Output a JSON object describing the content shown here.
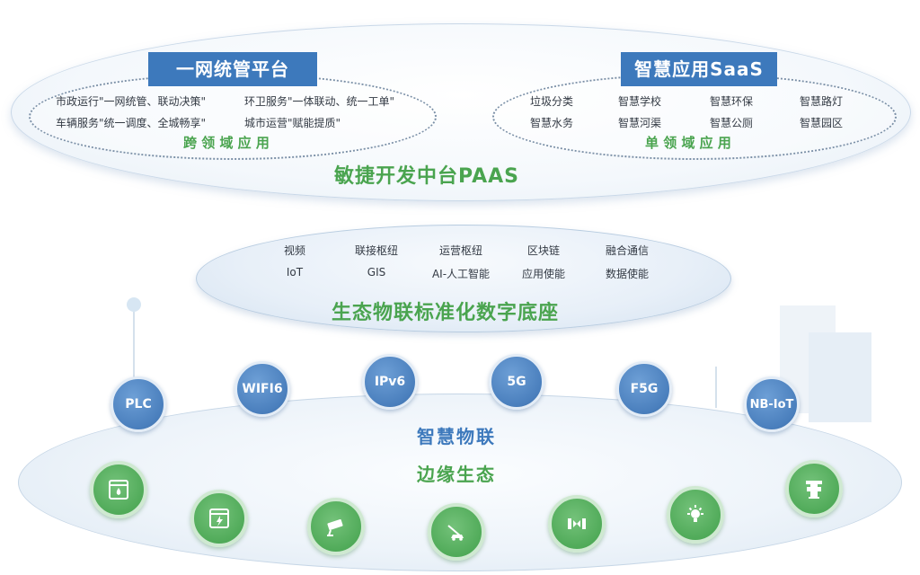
{
  "top_layer": {
    "title": "敏捷开发中台PAAS",
    "cross_domain": {
      "banner": "一网统管平台",
      "items": [
        "市政运行\"一网统管、联动决策\"",
        "环卫服务\"一体联动、统一工单\"",
        "车辆服务\"统一调度、全城畅享\"",
        "城市运营\"赋能提质\""
      ],
      "label": "跨 领 域 应 用"
    },
    "single_domain": {
      "banner": "智慧应用SaaS",
      "items": [
        "垃圾分类",
        "智慧学校",
        "智慧环保",
        "智慧路灯",
        "智慧水务",
        "智慧河渠",
        "智慧公厕",
        "智慧园区"
      ],
      "label": "单 领 域 应 用"
    }
  },
  "middle_layer": {
    "title": "生态物联标准化数字底座",
    "items": [
      "视频",
      "联接枢纽",
      "运营枢纽",
      "区块链",
      "融合通信",
      "IoT",
      "GIS",
      "AI-人工智能",
      "应用使能",
      "数据使能"
    ]
  },
  "bottom_layer": {
    "iot_title": "智慧物联",
    "edge_title": "边缘生态",
    "protocols": [
      "PLC",
      "WIFI6",
      "IPv6",
      "5G",
      "F5G",
      "NB-IoT"
    ],
    "edge_icons": [
      "water-meter-icon",
      "electric-meter-icon",
      "surveillance-camera-icon",
      "parking-gate-icon",
      "valve-icon",
      "smart-light-icon",
      "hydrant-icon"
    ]
  },
  "colors": {
    "banner_blue": "#3d79bc",
    "title_green": "#4aa44f",
    "protocol_blue": "#4a7fbd",
    "edge_green": "#4ea957"
  }
}
